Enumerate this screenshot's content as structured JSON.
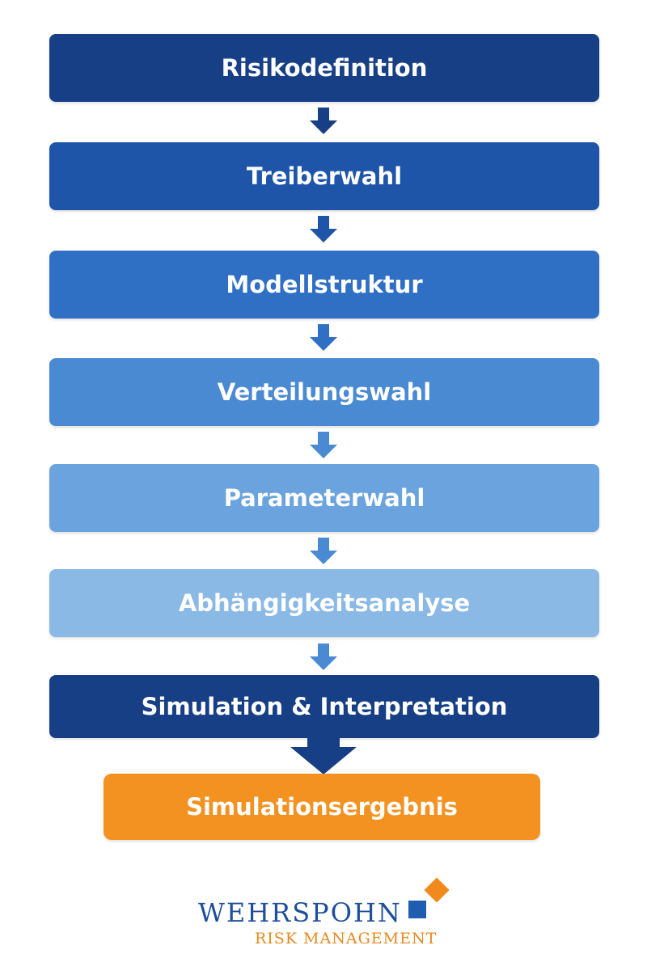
{
  "steps": [
    {
      "label": "Risikodefinition",
      "color": "#173f85"
    },
    {
      "label": "Treiberwahl",
      "color": "#1f55a8"
    },
    {
      "label": "Modellstruktur",
      "color": "#3070c4"
    },
    {
      "label": "Verteilungswahl",
      "color": "#4a8ad3"
    },
    {
      "label": "Parameterwahl",
      "color": "#6aa3de"
    },
    {
      "label": "Abhängigkeitsanalyse",
      "color": "#8ab9e6"
    },
    {
      "label": "Simulation & Interpretation",
      "color": "#173f85"
    }
  ],
  "result": {
    "label": "Simulationsergebnis",
    "color": "#f39221"
  },
  "logo": {
    "name": "WEHRSPOHN",
    "subtitle": "RISK MANAGEMENT",
    "brand_blue": "#1f5db0",
    "brand_orange": "#f08a1d"
  }
}
